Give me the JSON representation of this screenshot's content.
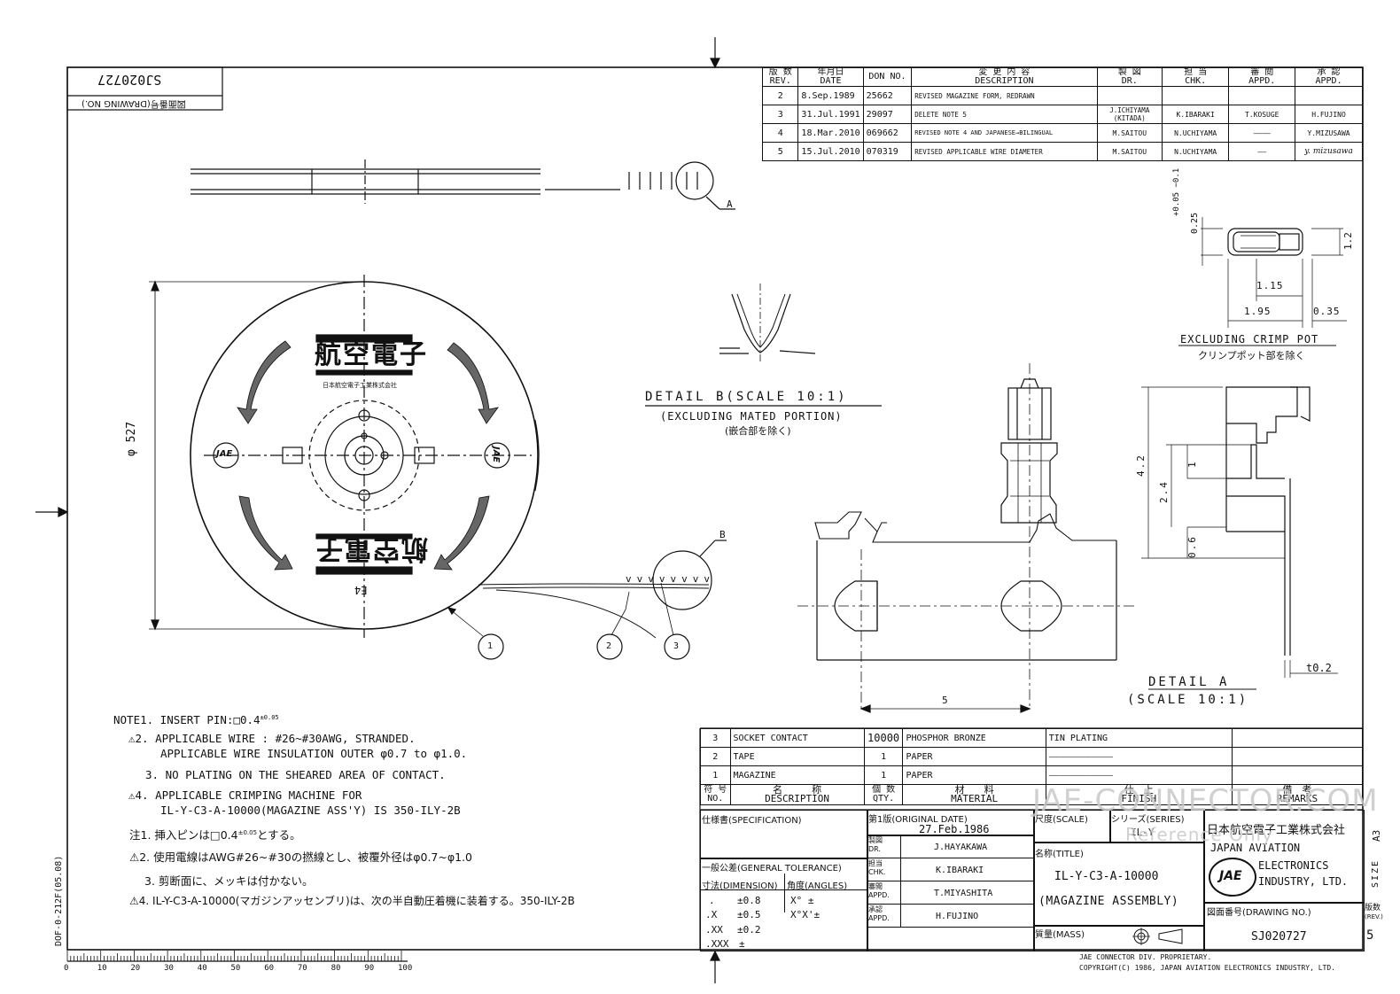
{
  "drawing_no_box": {
    "label": "図面番号(DRAWING NO.)",
    "value": "SJ020727"
  },
  "revision_table": {
    "headers": [
      {
        "jp": "版 数",
        "en": "REV."
      },
      {
        "jp": "年月日",
        "en": "DATE"
      },
      {
        "jp": "",
        "en": "DON NO."
      },
      {
        "jp": "変 更 内 容",
        "en": "DESCRIPTION"
      },
      {
        "jp": "製 図",
        "en": "DR."
      },
      {
        "jp": "担 当",
        "en": "CHK."
      },
      {
        "jp": "審 閲",
        "en": "APPD."
      },
      {
        "jp": "承 認",
        "en": "APPD."
      }
    ],
    "rows": [
      {
        "rev": "2",
        "date": "8.Sep.1989",
        "don": "25662",
        "desc": "REVISED MAGAZINE FORM, REDRAWN",
        "dr": "",
        "chk": "",
        "appd1": "",
        "appd2": ""
      },
      {
        "rev": "3",
        "date": "31.Jul.1991",
        "don": "29097",
        "desc": "DELETE NOTE 5",
        "dr": "J.ICHIYAMA (KITADA)",
        "chk": "K.IBARAKI",
        "appd1": "T.KOSUGE",
        "appd2": "H.FUJINO"
      },
      {
        "rev": "4",
        "date": "18.Mar.2010",
        "don": "069662",
        "desc": "REVISED NOTE 4 AND JAPANESE→BILINGUAL",
        "dr": "M.SAITOU",
        "chk": "N.UCHIYAMA",
        "appd1": "――――",
        "appd2": "Y.MIZUSAWA"
      },
      {
        "rev": "5",
        "date": "15.Jul.2010",
        "don": "070319",
        "desc": "REVISED APPLICABLE WIRE DIAMETER",
        "dr": "M.SAITOU",
        "chk": "N.UCHIYAMA",
        "appd1": "――",
        "appd2": ""
      }
    ]
  },
  "callouts": {
    "a": "A",
    "b": "B",
    "c1": "1",
    "c2": "2",
    "c3": "3"
  },
  "reel": {
    "diameter": "φ 527",
    "logo_text": "航空電子",
    "logo_sub": "日本航空電子工業株式会社",
    "code": "E4",
    "brand": "JAE"
  },
  "detail_b": {
    "title": "DETAIL B(SCALE 10:1)",
    "sub_en": "(EXCLUDING MATED PORTION)",
    "sub_jp": "(嵌合部を除く)"
  },
  "crimp_pot": {
    "dim_tol": "+0.05 −0.1",
    "dim_025": "0.25",
    "dim_12": "1.2",
    "dim_115": "1.15",
    "dim_195": "1.95",
    "dim_035": "0.35",
    "label_en": "EXCLUDING CRIMP POT",
    "label_jp": "クリンプポット部を除く"
  },
  "detail_a": {
    "dim_5": "5",
    "dim_42": "4.2",
    "dim_24": "2.4",
    "dim_1": "1",
    "dim_06": "0.6",
    "dim_t02": "t0.2",
    "title": "DETAIL A",
    "scale": "(SCALE 10:1)"
  },
  "notes_en": [
    {
      "mark": "",
      "text": "NOTE1. INSERT PIN:□0.4",
      "sup": "±0.05"
    },
    {
      "mark": "⚠",
      "text": "2. APPLICABLE WIRE : #26~#30AWG, STRANDED.",
      "sup": ""
    },
    {
      "mark": "",
      "text": "APPLICABLE WIRE INSULATION OUTER φ0.7 to φ1.0.",
      "sup": ""
    },
    {
      "mark": "",
      "text": "3. NO PLATING ON THE SHEARED AREA OF CONTACT.",
      "sup": ""
    },
    {
      "mark": "⚠",
      "text": "4. APPLICABLE CRIMPING MACHINE FOR",
      "sup": ""
    },
    {
      "mark": "",
      "text": "IL-Y-C3-A-10000(MAGAZINE ASS'Y) IS 350-ILY-2B",
      "sup": ""
    }
  ],
  "notes_jp": [
    {
      "mark": "",
      "text": "注1. 挿入ピンは□0.4",
      "sup": "±0.05",
      "tail": "とする。"
    },
    {
      "mark": "⚠",
      "text": "2. 使用電線はAWG#26~#30の撚線とし、被覆外径はφ0.7~φ1.0",
      "sup": "",
      "tail": ""
    },
    {
      "mark": "",
      "text": "3. 剪断面に、メッキは付かない。",
      "sup": "",
      "tail": ""
    },
    {
      "mark": "⚠",
      "text": "4. IL-Y-C3-A-10000(マガジンアッセンブリ)は、次の半自動圧着機に装着する。350-ILY-2B",
      "sup": "",
      "tail": ""
    }
  ],
  "bom": {
    "rows": [
      {
        "no": "3",
        "desc": "SOCKET CONTACT",
        "qty": "10000",
        "material": "PHOSPHOR BRONZE",
        "finish": "TIN PLATING"
      },
      {
        "no": "2",
        "desc": "TAPE",
        "qty": "1",
        "material": "PAPER",
        "finish": ""
      },
      {
        "no": "1",
        "desc": "MAGAZINE",
        "qty": "1",
        "material": "PAPER",
        "finish": ""
      }
    ],
    "headers": {
      "no_jp": "符 号",
      "no_en": "NO.",
      "desc_jp": "名　　　称",
      "desc_en": "DESCRIPTION",
      "qty_jp": "個 数",
      "qty_en": "QTY.",
      "mat_jp": "材　　料",
      "mat_en": "MATERIAL",
      "fin_jp": "仕　上",
      "fin_en": "FINISH",
      "rem_jp": "備　考",
      "rem_en": "REMARKS"
    }
  },
  "title_block": {
    "spec": "仕様書(SPECIFICATION)",
    "original_label": "第1版(ORIGINAL DATE)",
    "original_date": "27.Feb.1986",
    "scale_label": "尺度(SCALE)",
    "series_label": "シリーズ(SERIES)",
    "series_value": "IL-Y",
    "general_tol": "一般公差(GENERAL TOLERANCE)",
    "dim_label": "寸法(DIMENSION)",
    "ang_label": "角度(ANGLES)",
    "tol_rows": [
      {
        "d": ".",
        "v": "±0.8",
        "a": "X°  ±"
      },
      {
        "d": ".X",
        "v": "±0.5",
        "a": "X°X'±"
      },
      {
        "d": ".XX",
        "v": "±0.2",
        "a": ""
      },
      {
        "d": ".XXX",
        "v": "±",
        "a": ""
      }
    ],
    "sign_rows": [
      {
        "jp": "製図",
        "en": "DR.",
        "name": "J.HAYAKAWA"
      },
      {
        "jp": "担当",
        "en": "CHK.",
        "name": "K.IBARAKI"
      },
      {
        "jp": "審閲",
        "en": "APPD.",
        "name": "T.MIYASHITA"
      },
      {
        "jp": "承認",
        "en": "APPD.",
        "name": "H.FUJINO"
      }
    ],
    "title_label": "名称(TITLE)",
    "title_1": "IL-Y-C3-A-10000",
    "title_2": "(MAGAZINE ASSEMBLY)",
    "mass_label": "質量(MASS)",
    "company_jp": "日本航空電子工業株式会社",
    "company_en1": "JAPAN AVIATION",
    "company_en2": "ELECTRONICS",
    "company_en3": "INDUSTRY, LTD.",
    "drawing_no_label": "図面番号(DRAWING NO.)",
    "drawing_no": "SJ020727",
    "rev_label": "版数",
    "rev_label_en": "(REV.)",
    "rev": "5",
    "size_label": "SIZE",
    "size": "A3"
  },
  "watermark": {
    "line1": "JAE-CONNECTOR.COM",
    "line2": "Reference Only"
  },
  "footer": {
    "line1": "JAE CONNECTOR DIV. PROPRIETARY.",
    "line2": "COPYRIGHT(C) 1986, JAPAN AVIATION ELECTRONICS INDUSTRY, LTD.",
    "form_code": "DOF-0-212F(05.08)"
  },
  "ruler": {
    "labels": [
      "0",
      "10",
      "20",
      "30",
      "40",
      "50",
      "60",
      "70",
      "80",
      "90",
      "100"
    ]
  }
}
